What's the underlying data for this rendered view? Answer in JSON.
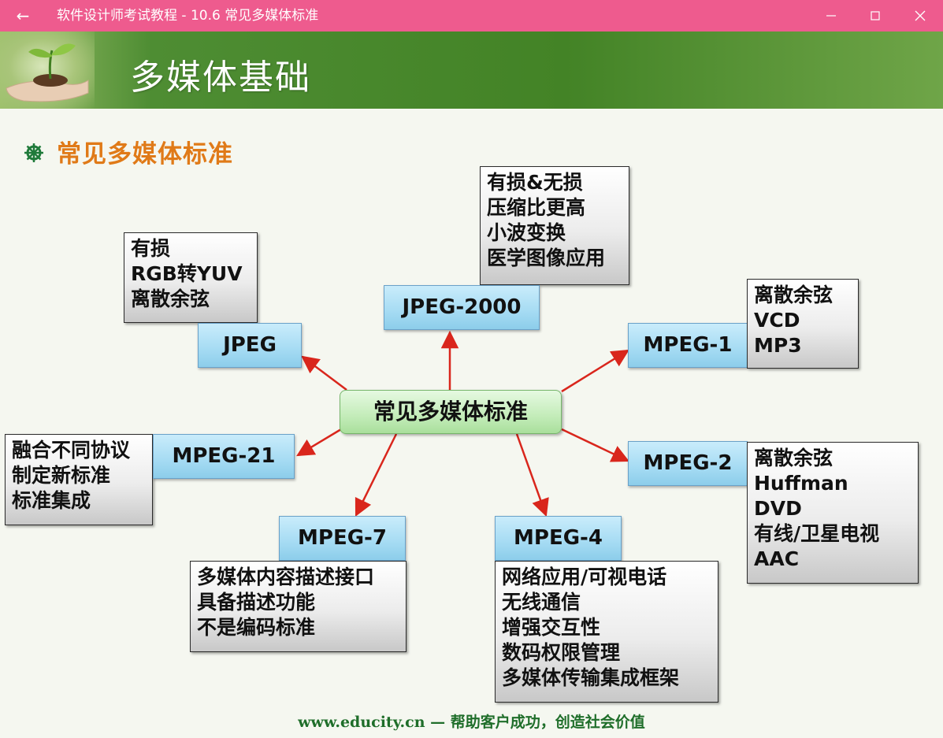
{
  "window": {
    "title": "软件设计师考试教程 - 10.6  常见多媒体标准"
  },
  "slide": {
    "banner_title": "多媒体基础",
    "section_title": "常见多媒体标准",
    "center_node": "常见多媒体标准",
    "footer_url": "www.educity.cn",
    "footer_sep": " — ",
    "footer_slogan": "帮助客户成功，创造社会价值",
    "standards": {
      "jpeg": {
        "label": "JPEG",
        "notes": [
          "有损",
          "RGB转YUV",
          "离散余弦"
        ]
      },
      "jpeg2000": {
        "label": "JPEG-2000",
        "notes": [
          "有损&无损",
          "压缩比更高",
          "小波变换",
          "医学图像应用"
        ]
      },
      "mpeg1": {
        "label": "MPEG-1",
        "notes": [
          "离散余弦",
          "VCD",
          "MP3"
        ]
      },
      "mpeg2": {
        "label": "MPEG-2",
        "notes": [
          "离散余弦",
          "Huffman",
          "DVD",
          "有线/卫星电视",
          "AAC"
        ]
      },
      "mpeg4": {
        "label": "MPEG-4",
        "notes": [
          "网络应用/可视电话",
          "无线通信",
          "增强交互性",
          "数码权限管理",
          "多媒体传输集成框架"
        ]
      },
      "mpeg7": {
        "label": "MPEG-7",
        "notes": [
          "多媒体内容描述接口",
          "具备描述功能",
          "不是编码标准"
        ]
      },
      "mpeg21": {
        "label": "MPEG-21",
        "notes": [
          "融合不同协议",
          "制定新标准",
          "标准集成"
        ]
      }
    }
  },
  "colors": {
    "titlebar": "#ee5b8e",
    "section_title": "#e07a18",
    "arrow": "#d9261c",
    "footer": "#1f6e2a"
  }
}
